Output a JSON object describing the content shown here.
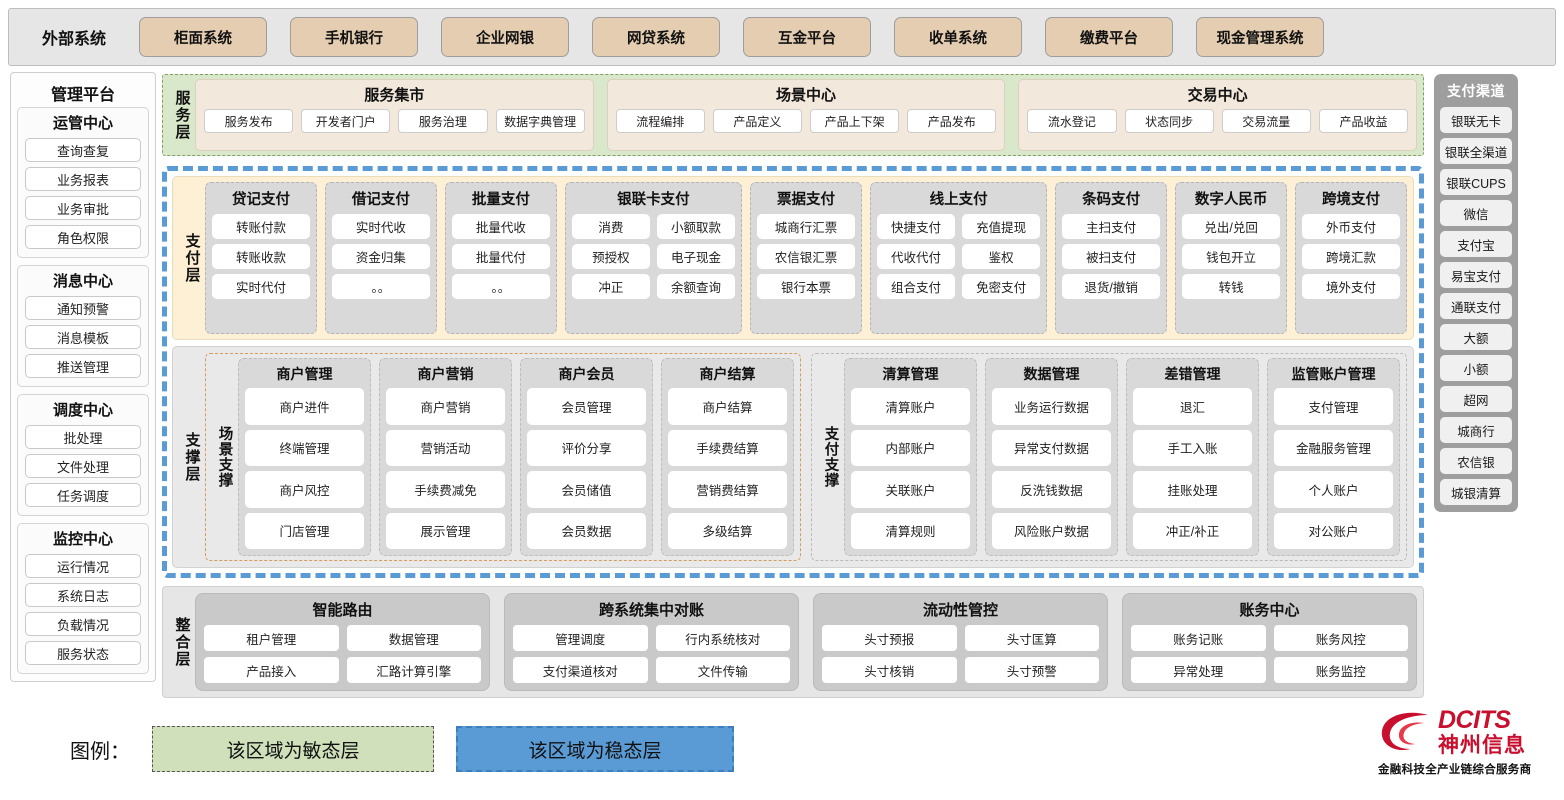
{
  "external": {
    "label": "外部系统",
    "items": [
      "柜面系统",
      "手机银行",
      "企业网银",
      "网贷系统",
      "互金平台",
      "收单系统",
      "缴费平台",
      "现金管理系统"
    ]
  },
  "left_sidebar": {
    "title": "管理平台",
    "groups": [
      {
        "title": "运管中心",
        "items": [
          "查询查复",
          "业务报表",
          "业务审批",
          "角色权限"
        ]
      },
      {
        "title": "消息中心",
        "items": [
          "通知预警",
          "消息模板",
          "推送管理"
        ]
      },
      {
        "title": "调度中心",
        "items": [
          "批处理",
          "文件处理",
          "任务调度"
        ]
      },
      {
        "title": "监控中心",
        "items": [
          "运行情况",
          "系统日志",
          "负载情况",
          "服务状态"
        ]
      }
    ]
  },
  "right_sidebar": {
    "title": "支付渠道",
    "items": [
      "银联无卡",
      "银联全渠道",
      "银联CUPS",
      "微信",
      "支付宝",
      "易宝支付",
      "通联支付",
      "大额",
      "小额",
      "超网",
      "城商行",
      "农信银",
      "城银清算"
    ]
  },
  "service_layer": {
    "vlabel": "服务层",
    "groups": [
      {
        "title": "服务集市",
        "items": [
          "服务发布",
          "开发者门户",
          "服务治理",
          "数据字典管理"
        ]
      },
      {
        "title": "场景中心",
        "items": [
          "流程编排",
          "产品定义",
          "产品上下架",
          "产品发布"
        ]
      },
      {
        "title": "交易中心",
        "items": [
          "流水登记",
          "状态同步",
          "交易流量",
          "产品收益"
        ]
      }
    ]
  },
  "payment_layer": {
    "vlabel": "支付层",
    "groups": [
      {
        "title": "贷记支付",
        "cols": 1,
        "rows": [
          [
            "转账付款"
          ],
          [
            "转账收款"
          ],
          [
            "实时代付"
          ]
        ]
      },
      {
        "title": "借记支付",
        "cols": 1,
        "rows": [
          [
            "实时代收"
          ],
          [
            "资金归集"
          ],
          [
            "。。"
          ]
        ]
      },
      {
        "title": "批量支付",
        "cols": 1,
        "rows": [
          [
            "批量代收"
          ],
          [
            "批量代付"
          ],
          [
            "。。"
          ]
        ]
      },
      {
        "title": "银联卡支付",
        "cols": 2,
        "rows": [
          [
            "消费",
            "小额取款"
          ],
          [
            "预授权",
            "电子现金"
          ],
          [
            "冲正",
            "余额查询"
          ]
        ]
      },
      {
        "title": "票据支付",
        "cols": 1,
        "rows": [
          [
            "城商行汇票"
          ],
          [
            "农信银汇票"
          ],
          [
            "银行本票"
          ]
        ]
      },
      {
        "title": "线上支付",
        "cols": 2,
        "rows": [
          [
            "快捷支付",
            "充值提现"
          ],
          [
            "代收代付",
            "鉴权"
          ],
          [
            "组合支付",
            "免密支付"
          ]
        ]
      },
      {
        "title": "条码支付",
        "cols": 1,
        "rows": [
          [
            "主扫支付"
          ],
          [
            "被扫支付"
          ],
          [
            "退货/撤销"
          ]
        ]
      },
      {
        "title": "数字人民币",
        "cols": 1,
        "rows": [
          [
            "兑出/兑回"
          ],
          [
            "钱包开立"
          ],
          [
            "转钱"
          ]
        ]
      },
      {
        "title": "跨境支付",
        "cols": 1,
        "rows": [
          [
            "外币支付"
          ],
          [
            "跨境汇款"
          ],
          [
            "境外支付"
          ]
        ]
      }
    ]
  },
  "support_layer": {
    "vlabel": "支撑层",
    "halves": [
      {
        "vlabel": "场景支撑",
        "boxes": [
          {
            "title": "商户管理",
            "items": [
              "商户进件",
              "终端管理",
              "商户风控",
              "门店管理"
            ]
          },
          {
            "title": "商户营销",
            "items": [
              "商户营销",
              "营销活动",
              "手续费减免",
              "展示管理"
            ]
          },
          {
            "title": "商户会员",
            "items": [
              "会员管理",
              "评价分享",
              "会员储值",
              "会员数据"
            ]
          },
          {
            "title": "商户结算",
            "items": [
              "商户结算",
              "手续费结算",
              "营销费结算",
              "多级结算"
            ]
          }
        ]
      },
      {
        "vlabel": "支付支撑",
        "boxes": [
          {
            "title": "清算管理",
            "items": [
              "清算账户",
              "内部账户",
              "关联账户",
              "清算规则"
            ]
          },
          {
            "title": "数据管理",
            "items": [
              "业务运行数据",
              "异常支付数据",
              "反洗钱数据",
              "风险账户数据"
            ]
          },
          {
            "title": "差错管理",
            "items": [
              "退汇",
              "手工入账",
              "挂账处理",
              "冲正/补正"
            ]
          },
          {
            "title": "监管账户管理",
            "items": [
              "支付管理",
              "金融服务管理",
              "个人账户",
              "对公账户"
            ]
          }
        ]
      }
    ]
  },
  "integration_layer": {
    "vlabel": "整合层",
    "groups": [
      {
        "title": "智能路由",
        "rows": [
          [
            "租户管理",
            "数据管理"
          ],
          [
            "产品接入",
            "汇路计算引擎"
          ]
        ]
      },
      {
        "title": "跨系统集中对账",
        "rows": [
          [
            "管理调度",
            "行内系统核对"
          ],
          [
            "支付渠道核对",
            "文件传输"
          ]
        ]
      },
      {
        "title": "流动性管控",
        "rows": [
          [
            "头寸预报",
            "头寸匡算"
          ],
          [
            "头寸核销",
            "头寸预警"
          ]
        ]
      },
      {
        "title": "账务中心",
        "rows": [
          [
            "账务记账",
            "账务风控"
          ],
          [
            "异常处理",
            "账务监控"
          ]
        ]
      }
    ]
  },
  "legend": {
    "label": "图例：",
    "agile": "该区域为敏态层",
    "stable": "该区域为稳态层",
    "agile_color": "#cfe0bb",
    "stable_color": "#5b9bd5"
  },
  "logo": {
    "brand": "DCITS",
    "brand_cn": "神州信息",
    "tagline": "金融科技全产业链综合服务商",
    "color": "#c8102e"
  }
}
